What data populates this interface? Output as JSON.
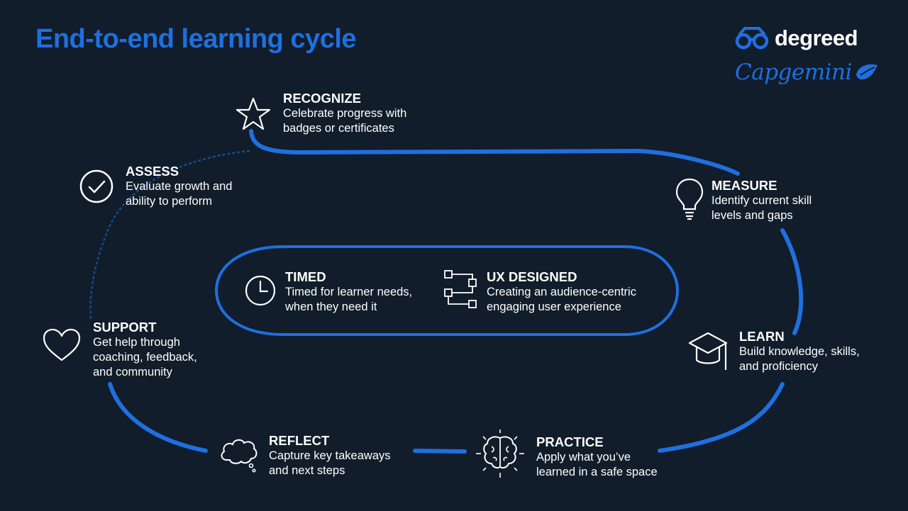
{
  "title": "End-to-end learning cycle",
  "logos": {
    "degreed": "degreed",
    "capgemini": "Capgemini"
  },
  "colors": {
    "background": "#111d2a",
    "accent": "#1f6fe0",
    "text": "#ffffff"
  },
  "cycle_steps": [
    {
      "heading": "RECOGNIZE",
      "line1": "Celebrate progress with",
      "line2": "badges or certificates",
      "icon": "star-icon"
    },
    {
      "heading": "MEASURE",
      "line1": "Identify current skill",
      "line2": "levels and gaps",
      "icon": "lightbulb-icon"
    },
    {
      "heading": "LEARN",
      "line1": "Build knowledge, skills,",
      "line2": "and proficiency",
      "icon": "graduation-cap-icon"
    },
    {
      "heading": "PRACTICE",
      "line1": "Apply what you’ve",
      "line2": "learned in a safe space",
      "icon": "brain-icon"
    },
    {
      "heading": "REFLECT",
      "line1": "Capture key takeaways",
      "line2": "and next steps",
      "icon": "thought-cloud-icon"
    },
    {
      "heading": "SUPPORT",
      "line1": "Get help through",
      "line2": "coaching, feedback,",
      "line3": "and community",
      "icon": "heart-icon"
    },
    {
      "heading": "ASSESS",
      "line1": "Evaluate growth and",
      "line2": "ability to perform",
      "icon": "check-circle-icon"
    }
  ],
  "center_items": [
    {
      "heading": "TIMED",
      "line1": "Timed for learner needs,",
      "line2": "when they need it",
      "icon": "clock-icon"
    },
    {
      "heading": "UX DESIGNED",
      "line1": "Creating an audience-centric",
      "line2": "engaging user experience",
      "icon": "flowchart-icon"
    }
  ]
}
